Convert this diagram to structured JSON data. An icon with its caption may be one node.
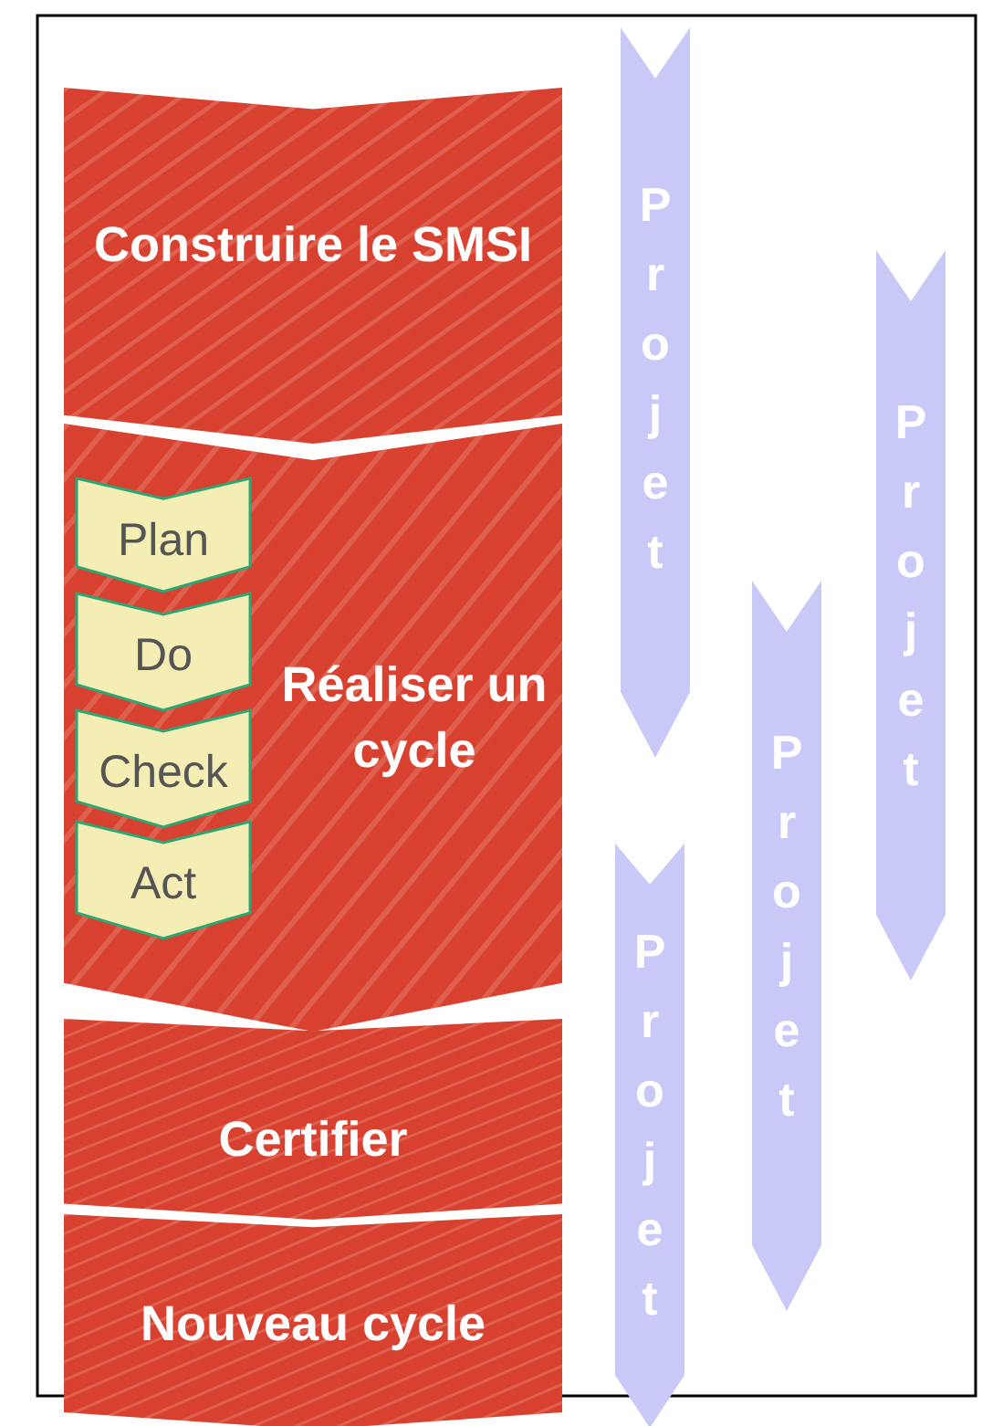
{
  "diagram": {
    "nodes": [
      {
        "text": [
          "Construire le SMSI"
        ]
      },
      {
        "text": [
          "Réaliser un cycle"
        ]
      },
      {
        "text": [
          "Plan"
        ],
        "in": 1
      },
      {
        "text": [
          "Do"
        ],
        "in": 1
      },
      {
        "text": [
          "Check"
        ],
        "in": 1
      },
      {
        "text": [
          "Act"
        ],
        "in": 1
      },
      {
        "text": [
          "Certifier"
        ]
      },
      {
        "text": [
          "Nouveau cycle"
        ]
      },
      {
        "text": [
          "Projet"
        ]
      },
      {
        "text": [
          "Projet"
        ]
      },
      {
        "text": [
          "Projet"
        ]
      },
      {
        "text": [
          "Projet"
        ]
      }
    ]
  }
}
